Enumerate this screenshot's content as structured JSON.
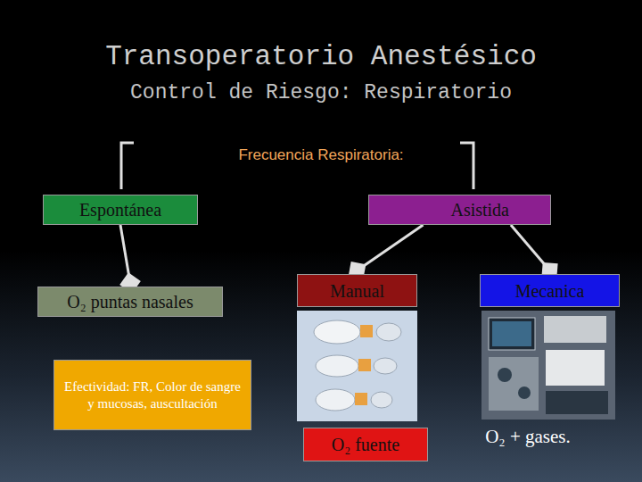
{
  "diagram": {
    "title": "Transoperatorio Anestésico",
    "nodes": [
      {
        "text": [
          "Espontánea"
        ]
      },
      {
        "text": [
          "Asistida"
        ]
      },
      {
        "text": [
          "O₂ puntas nasales"
        ]
      },
      {
        "text": [
          "Manual"
        ]
      },
      {
        "text": [
          "Mecanica"
        ]
      },
      {
        "text": [
          "Efectividad: FR, Color de sangre y mucosas, auscultación"
        ]
      },
      {
        "text": [
          "O₂ fuente"
        ]
      }
    ],
    "edges": [
      {
        "from": 0,
        "to": 2,
        "arrow": "to"
      },
      {
        "from": 1,
        "to": 3,
        "arrow": "to"
      },
      {
        "from": 1,
        "to": 4,
        "arrow": "to"
      }
    ],
    "labels": [
      "Control de Riesgo: Respiratorio",
      "Frecuencia Respiratoria:",
      "O₂ + gases."
    ]
  }
}
